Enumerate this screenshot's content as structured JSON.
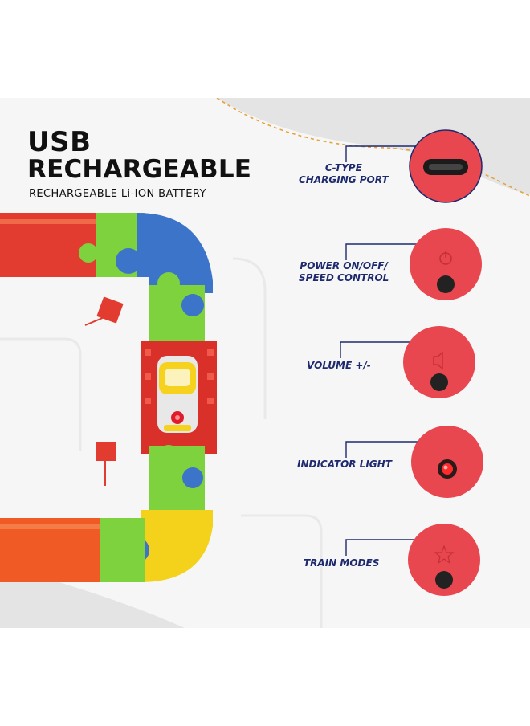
{
  "heading": {
    "line1": "USB",
    "line2": "RECHARGEABLE",
    "subtitle": "RECHARGEABLE Li-ION BATTERY"
  },
  "features": [
    {
      "lines": [
        "C-TYPE",
        "CHARGING PORT"
      ],
      "icon": "usb-c-port-icon"
    },
    {
      "lines": [
        "POWER ON/OFF/",
        "SPEED CONTROL"
      ],
      "icon": "power-icon"
    },
    {
      "lines": [
        "VOLUME +/-"
      ],
      "icon": "speaker-icon"
    },
    {
      "lines": [
        "INDICATOR LIGHT"
      ],
      "icon": "led-icon"
    },
    {
      "lines": [
        "TRAIN MODES"
      ],
      "icon": "star-icon"
    }
  ],
  "colors": {
    "text_dark": "#111111",
    "label_navy": "#1e2a6e",
    "circle_red": "#e8474f",
    "track_red": "#e23b2f",
    "track_green": "#7ed23e",
    "track_blue": "#3c74c9",
    "track_yellow": "#f4d21c",
    "dashed_line": "#e7a23a"
  }
}
